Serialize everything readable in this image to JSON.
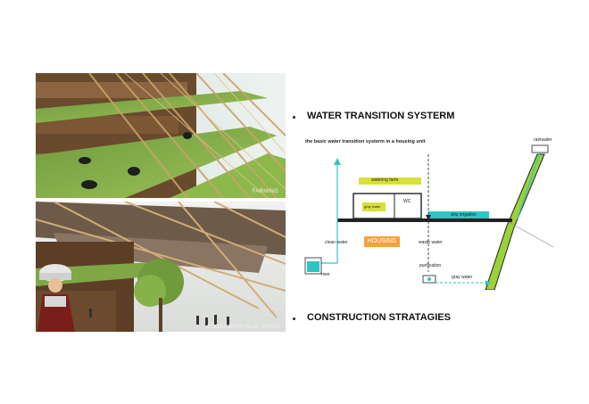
{
  "photos": {
    "top_caption": "FARMING",
    "bottom_caption": "ECONOMY/PUBLIC SPACE"
  },
  "sections": {
    "water_heading": "WATER TRANSITION SYSTERM",
    "construction_heading": "CONSTRUCTION STRATAGIES"
  },
  "diagram": {
    "subtitle": "the basic water transition systerm in a housing unit",
    "labels": {
      "rainwater": "rainwater",
      "watering_farm": "watering farm",
      "gray_water_box": "gray water",
      "wc": "WC",
      "drip_irrigation": "drip irrigation",
      "clean_water": "clean water",
      "housing": "HOUSING",
      "waste_water": "waste water",
      "purification": "purification",
      "river": "river",
      "gray_water_flow": "gray water"
    },
    "colors": {
      "water_cyan": "#2fc4c4",
      "label_yellow": "#d8e03a",
      "housing_orange": "#f4a23a",
      "structure_dark": "#222222",
      "terrain_green": "#9bd13a"
    }
  }
}
